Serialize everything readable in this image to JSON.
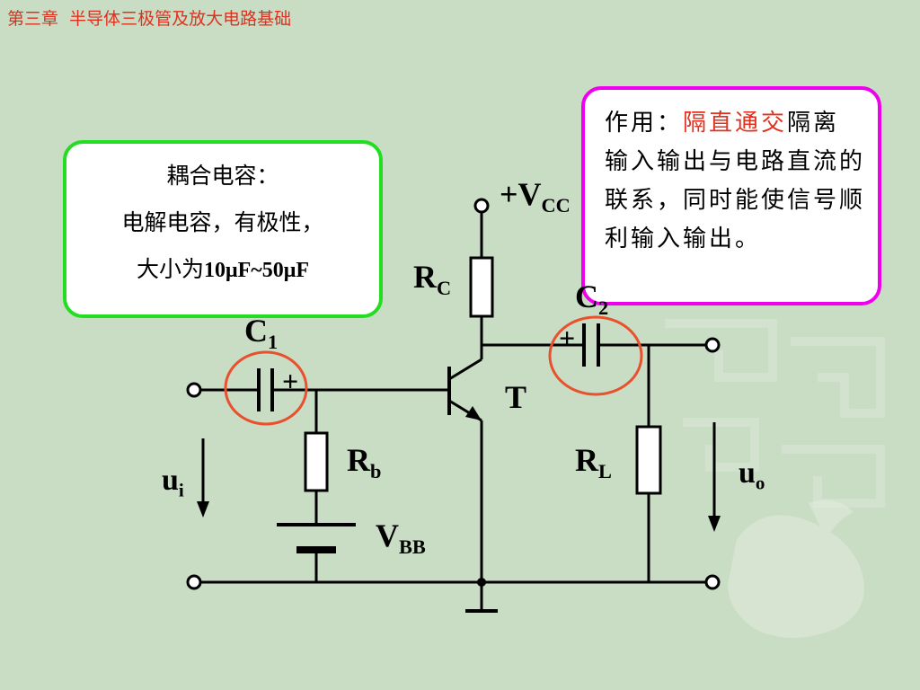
{
  "slide_title": "第三章  半导体三极管及放大电路基础",
  "left_note": {
    "line1": "耦合电容：",
    "line2": "电解电容，有极性，",
    "line3_prefix": "大小为",
    "line3_value": "10μF~50μF"
  },
  "right_note": {
    "prefix": "作用：",
    "highlight": "隔直通交",
    "body": "隔离输入输出与电路直流的联系，同时能使信号顺利输入输出。"
  },
  "circuit": {
    "vcc": {
      "main": "+V",
      "sub": "CC"
    },
    "rc": {
      "main": "R",
      "sub": "C"
    },
    "c1": {
      "main": "C",
      "sub": "1"
    },
    "c2": {
      "main": "C",
      "sub": "2"
    },
    "transistor": "T",
    "rb": {
      "main": "R",
      "sub": "b"
    },
    "rl": {
      "main": "R",
      "sub": "L"
    },
    "vbb": {
      "main": "V",
      "sub": "BB"
    },
    "ui": {
      "main": "u",
      "sub": "i"
    },
    "uo": {
      "main": "u",
      "sub": "o"
    },
    "plus": "+"
  },
  "colors": {
    "background": "#c9dcc4",
    "title": "#e0301e",
    "left_border": "#22dd22",
    "right_border": "#ee00ee",
    "highlight_circle": "#e8502e",
    "wire": "#000000"
  }
}
